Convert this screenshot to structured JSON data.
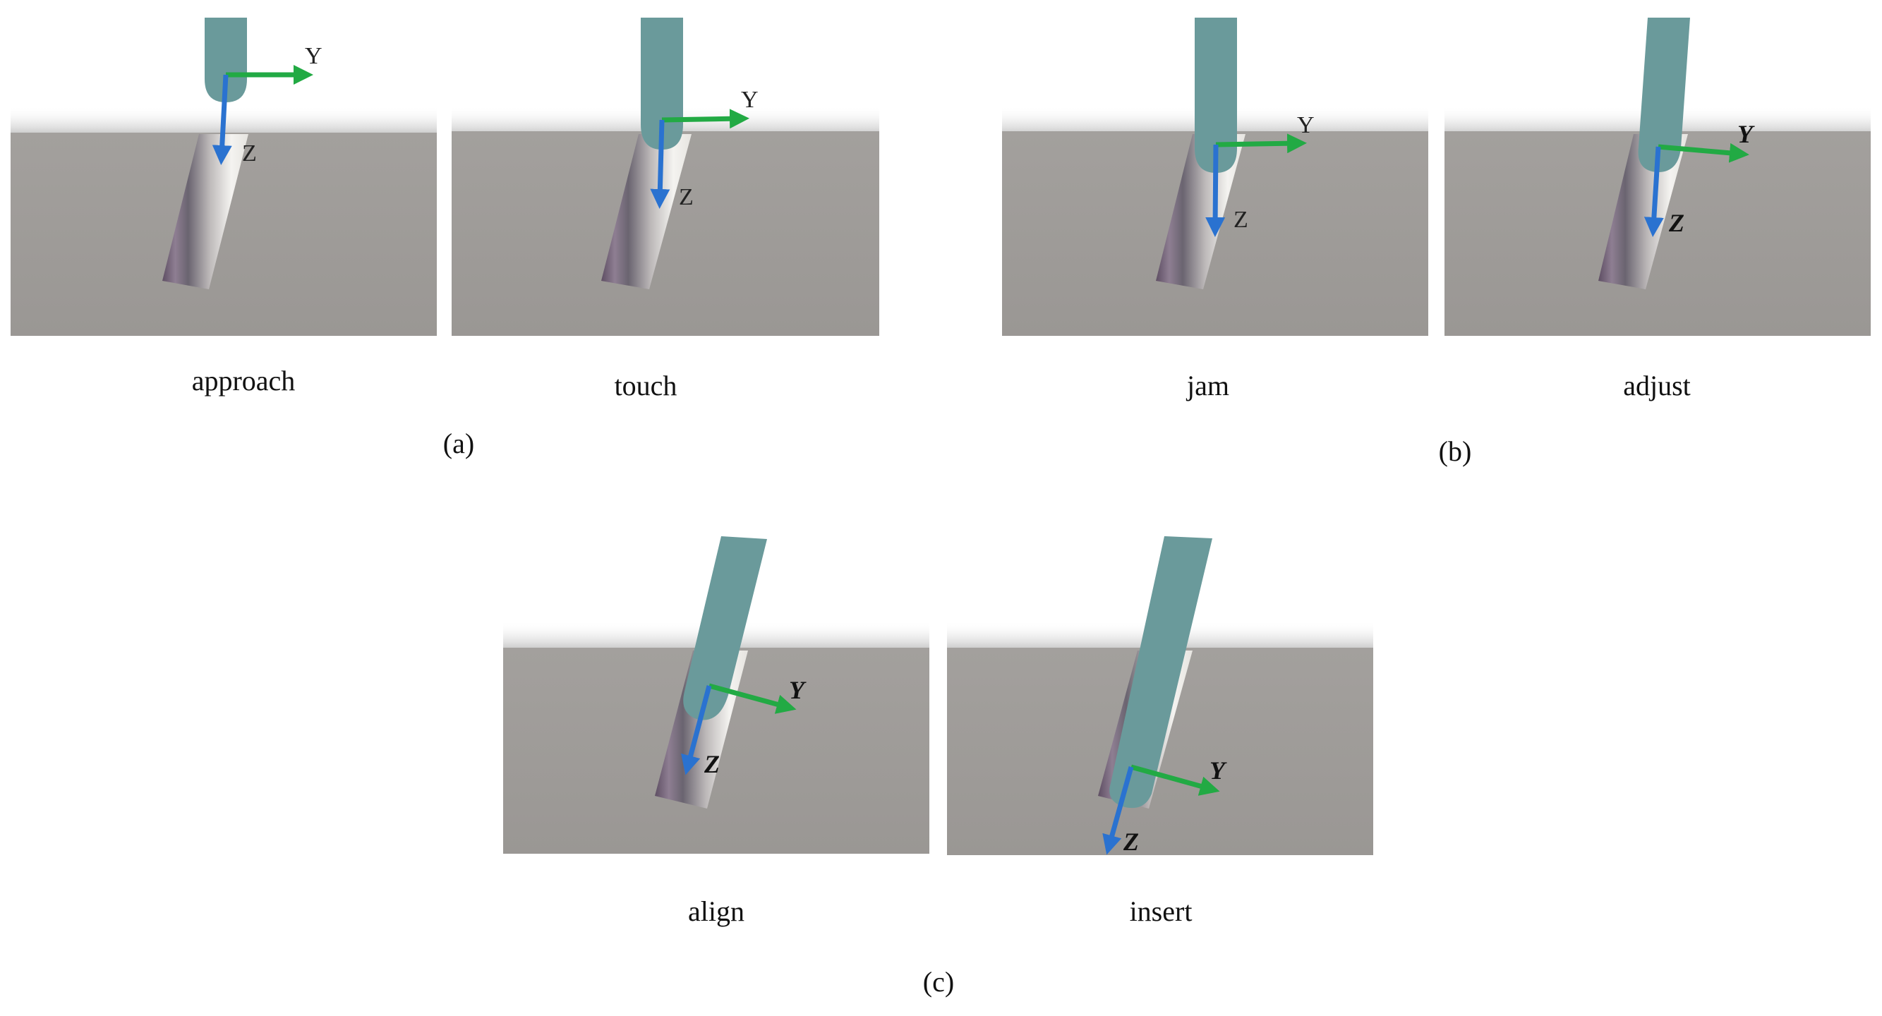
{
  "figure": {
    "panels": [
      {
        "caption": "approach",
        "axis_y": "Y",
        "axis_z": "Z"
      },
      {
        "caption": "touch",
        "axis_y": "Y",
        "axis_z": "Z"
      },
      {
        "caption": "jam",
        "axis_y": "Y",
        "axis_z": "Z"
      },
      {
        "caption": "adjust",
        "axis_y": "Y",
        "axis_z": "Z"
      },
      {
        "caption": "align",
        "axis_y": "Y",
        "axis_z": "Z"
      },
      {
        "caption": "insert",
        "axis_y": "Y",
        "axis_z": "Z"
      }
    ],
    "group_labels": [
      "(a)",
      "(b)",
      "(c)"
    ]
  },
  "colors": {
    "block": "#9e9b98",
    "peg": "#6a9a9b",
    "hole_light": "#f2f1ee",
    "hole_dark": "#8a7a8e",
    "axis_y": "#22aa44",
    "axis_z": "#2a72d0"
  }
}
